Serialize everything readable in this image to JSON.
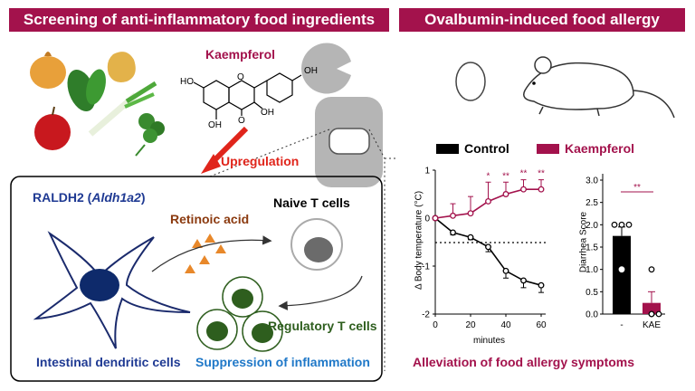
{
  "left_panel": {
    "title": "Screening of anti-inflammatory food ingredients",
    "compound_name": "Kaempferol",
    "upregulation": "Upregulation",
    "raldh2_prefix": "RALDH2 (",
    "raldh2_gene": "Aldh1a2",
    "raldh2_suffix": ")",
    "retinoic_acid": "Retinoic acid",
    "naive_t": "Naive T cells",
    "regulatory_t": "Regulatory T cells",
    "dendritic": "Intestinal dendritic cells",
    "suppression": "Suppression of inflammation",
    "molecule_labels": {
      "oh1": "OH",
      "oh2": "HO",
      "oh3": "OH",
      "oh4": "OH",
      "o_ring": "O",
      "o_keto": "O"
    }
  },
  "right_panel": {
    "title": "Ovalbumin-induced food allergy",
    "legend": [
      {
        "label": "Control",
        "color": "#000000"
      },
      {
        "label": "Kaempferol",
        "color": "#a3124c"
      }
    ],
    "conclusion": "Alleviation of food allergy symptoms"
  },
  "colors": {
    "accent": "#a3124c",
    "blue_text": "#1f3a93",
    "green": "#2e5e1e",
    "brown": "#8b3a0f",
    "red_arrow": "#e0251b"
  },
  "chart_data": [
    {
      "type": "line",
      "ylabel": "Δ Body temperature (°C)",
      "xlabel": "minutes",
      "x": [
        0,
        10,
        20,
        30,
        40,
        50,
        60
      ],
      "xticks": [
        "0",
        "20",
        "40",
        "60"
      ],
      "yticks": [
        "1",
        "0",
        "-1",
        "-2"
      ],
      "ylim": [
        -2,
        1
      ],
      "xlim": [
        0,
        60
      ],
      "reference_line_y": 0,
      "series": [
        {
          "name": "Control",
          "color": "#000000",
          "values": [
            0,
            -0.3,
            -0.4,
            -0.6,
            -1.1,
            -1.3,
            -1.4
          ],
          "err": [
            0,
            0.05,
            0.05,
            0.1,
            0.15,
            0.15,
            0.15
          ]
        },
        {
          "name": "Kaempferol",
          "color": "#a3124c",
          "values": [
            0,
            0.05,
            0.1,
            0.35,
            0.5,
            0.6,
            0.6
          ],
          "err": [
            0,
            0.25,
            0.35,
            0.4,
            0.25,
            0.2,
            0.2
          ]
        }
      ],
      "significance": [
        {
          "x": 30,
          "mark": "*"
        },
        {
          "x": 40,
          "mark": "**"
        },
        {
          "x": 50,
          "mark": "**"
        },
        {
          "x": 60,
          "mark": "**"
        }
      ]
    },
    {
      "type": "bar",
      "ylabel": "Diarrhea Score",
      "categories": [
        "-",
        "KAE"
      ],
      "values": [
        1.75,
        0.25
      ],
      "err": [
        0.2,
        0.25
      ],
      "colors": [
        "#000000",
        "#a3124c"
      ],
      "ylim": [
        0,
        3
      ],
      "yticks": [
        "0.0",
        "0.5",
        "1.0",
        "1.5",
        "2.0",
        "2.5",
        "3.0"
      ],
      "points": [
        [
          2,
          2,
          2,
          1
        ],
        [
          1,
          0,
          0,
          0
        ]
      ],
      "significance": "**"
    }
  ]
}
